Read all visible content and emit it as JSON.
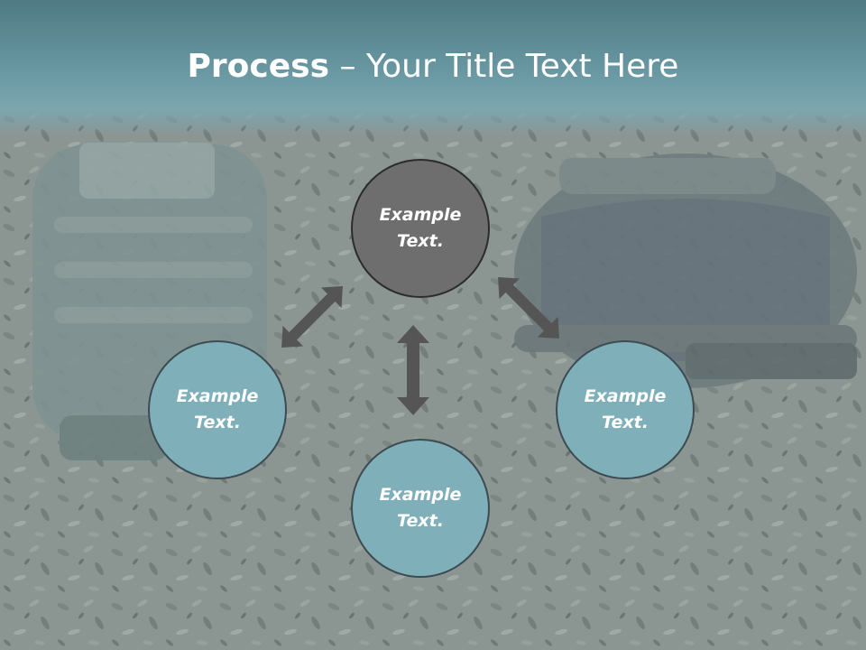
{
  "slide": {
    "title_bold": "Process",
    "title_rest": " – Your Title Text Here"
  },
  "nodes": {
    "top": "Example Text.",
    "left": "Example Text.",
    "bottom": "Example Text.",
    "right": "Example Text."
  },
  "colors": {
    "title_band": "#5e8e98",
    "node_dark": "#6e6e6e",
    "node_teal": "#7fb0ba",
    "arrow": "#555555"
  },
  "icons": {
    "arrows": "double-headed-arrow-icon"
  }
}
